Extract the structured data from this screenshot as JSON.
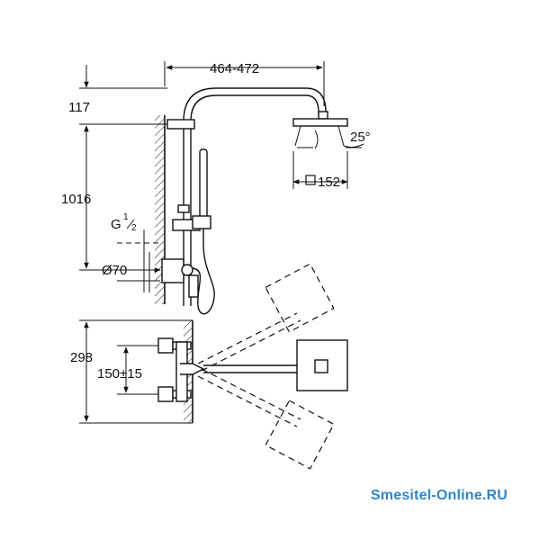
{
  "dimensions": {
    "arm_reach": "464-472",
    "top_offset": "117",
    "riser_height": "1016",
    "thread": "G",
    "thread_num": "1",
    "thread_den": "2",
    "diameter": "Ø70",
    "head_angle": "25°",
    "head_size": "152",
    "plan_depth": "298",
    "inlet_spacing": "150±15"
  },
  "watermark": "Smesitel-Online.RU"
}
